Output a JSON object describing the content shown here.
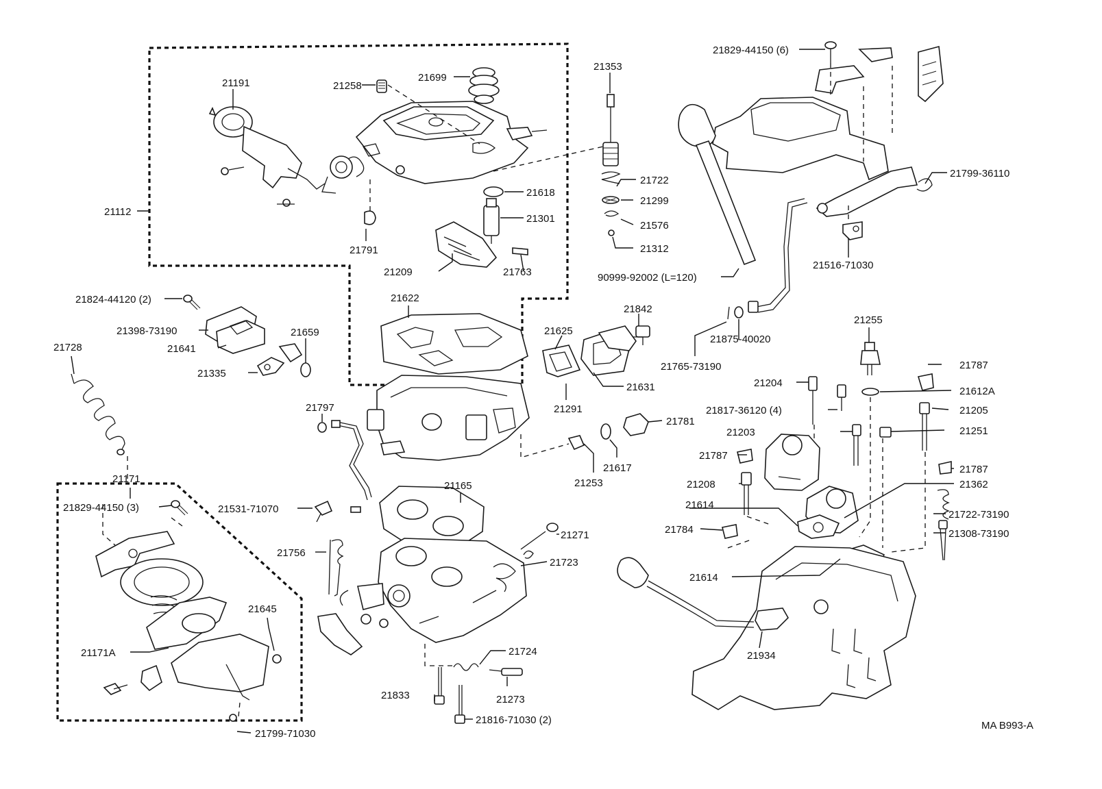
{
  "diagram": {
    "code": "MA B993-A",
    "labels": {
      "p21112": "21112",
      "p21191": "21191",
      "p21258": "21258",
      "p21699": "21699",
      "p21353": "21353",
      "p21722": "21722",
      "p21618": "21618",
      "p21299": "21299",
      "p21301": "21301",
      "p21576": "21576",
      "p21312": "21312",
      "p21791": "21791",
      "p21209": "21209",
      "p21763": "21763",
      "p21829_44150_6": "21829-44150 (6)",
      "p21799_36110": "21799-36110",
      "p21516_71030": "21516-71030",
      "p90999_92002": "90999-92002 (L=120)",
      "p21824_44120": "21824-44120 (2)",
      "p21398_73190": "21398-73190",
      "p21641": "21641",
      "p21659": "21659",
      "p21335": "21335",
      "p21622": "21622",
      "p21842": "21842",
      "p21625": "21625",
      "p21631": "21631",
      "p21291": "21291",
      "p21765_73190": "21765-73190",
      "p21875_40020": "21875-40020",
      "p21255": "21255",
      "p21787_a": "21787",
      "p21204": "21204",
      "p21612A": "21612A",
      "p21817_36120": "21817-36120 (4)",
      "p21205": "21205",
      "p21728": "21728",
      "p21797": "21797",
      "p21781": "21781",
      "p21203": "21203",
      "p21251": "21251",
      "p21617": "21617",
      "p21787_b": "21787",
      "p21787_c": "21787",
      "p21253": "21253",
      "p21208": "21208",
      "p21362": "21362",
      "p21171": "21171",
      "p21165": "21165",
      "p21829_44150_3": "21829-44150 (3)",
      "p21531_71070": "21531-71070",
      "p21614_a": "21614",
      "p21722_73190": "21722-73190",
      "p21784": "21784",
      "p21308_73190": "21308-73190",
      "p21271": "21271",
      "p21756": "21756",
      "p21723": "21723",
      "p21614_b": "21614",
      "p21645": "21645",
      "p21171A": "21171A",
      "p21724": "21724",
      "p21934": "21934",
      "p21833": "21833",
      "p21273": "21273",
      "p21816_71030": "21816-71030 (2)",
      "p21799_71030": "21799-71030"
    }
  }
}
